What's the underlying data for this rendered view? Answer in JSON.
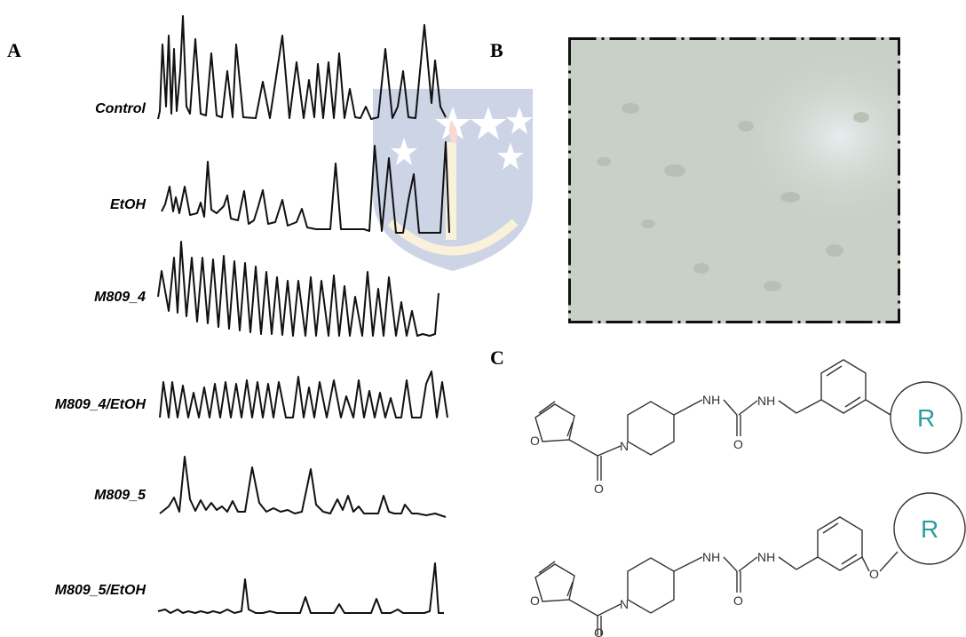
{
  "panels": {
    "a": "A",
    "b": "B",
    "c": "C"
  },
  "traces": [
    {
      "label": "Control"
    },
    {
      "label": "EtOH"
    },
    {
      "label": "M809_4"
    },
    {
      "label": "M809_4/EtOH"
    },
    {
      "label": "M809_5"
    },
    {
      "label": "M809_5/EtOH"
    }
  ],
  "structures": {
    "r_group": "R",
    "nh": "NH",
    "n": "N",
    "o": "O"
  },
  "colors": {
    "watermark_blue": "#1f3f8f",
    "watermark_gold": "#e7c35a",
    "r_group": "#2a9d9d",
    "micrograph": "#c9d1c7"
  }
}
